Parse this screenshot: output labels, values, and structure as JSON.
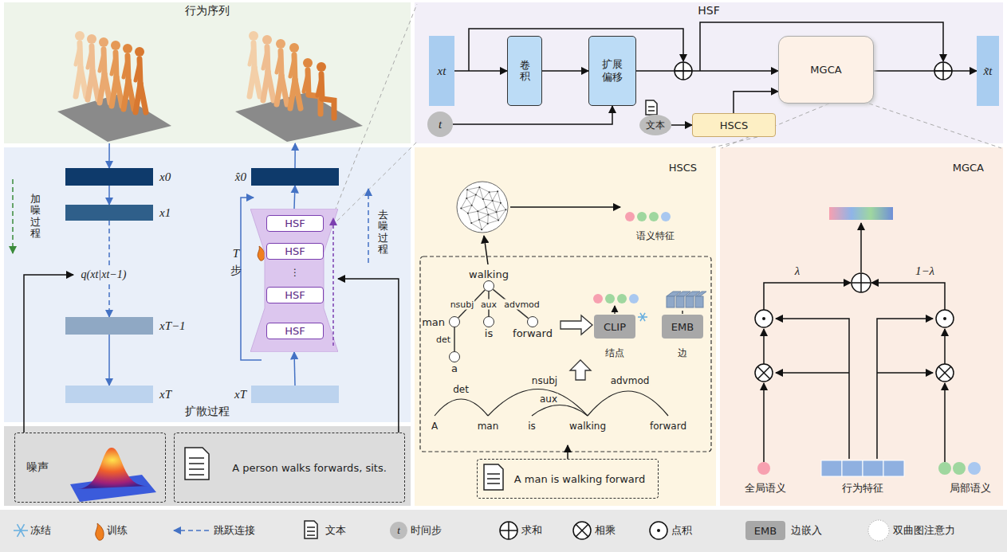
{
  "diagram": {
    "nodes": [
      {
        "text": [
          "行为序列"
        ]
      },
      {
        "text": [
          "扩散过程"
        ]
      },
      {
        "text": [
          "x0"
        ],
        "in": 1
      },
      {
        "text": [
          "x1"
        ],
        "in": 1
      },
      {
        "text": [
          "xT−1"
        ],
        "in": 1
      },
      {
        "text": [
          "xT"
        ],
        "in": 1
      },
      {
        "text": [
          "x̂0"
        ],
        "in": 1
      },
      {
        "text": [],
        "in": 1
      },
      {
        "text": [
          "HSF"
        ],
        "in": 7
      },
      {
        "text": [
          "HSF"
        ],
        "in": 7
      },
      {
        "text": [
          "HSF"
        ],
        "in": 7
      },
      {
        "text": [
          "HSF"
        ],
        "in": 7
      },
      {
        "text": [
          "xT"
        ],
        "in": 1
      },
      {
        "text": [
          "噪声"
        ]
      },
      {
        "text": [
          "A person walks forwards, sits."
        ]
      },
      {
        "text": [
          "HSF"
        ]
      },
      {
        "text": [
          "xt"
        ],
        "in": 15
      },
      {
        "text": [
          "卷积"
        ],
        "in": 15
      },
      {
        "text": [
          "扩展偏移"
        ],
        "in": 15
      },
      {
        "text": [
          "t"
        ],
        "in": 15
      },
      {
        "text": [
          "文本"
        ],
        "in": 15
      },
      {
        "text": [
          "HSCS"
        ],
        "in": 15
      },
      {
        "text": [
          "MGCA"
        ],
        "in": 15
      },
      {
        "text": [
          "x̃t"
        ],
        "in": 15
      },
      {
        "text": [
          "HSCS"
        ]
      },
      {
        "text": [
          "walking"
        ],
        "in": 24
      },
      {
        "text": [
          "man"
        ],
        "in": 24
      },
      {
        "text": [
          "is"
        ],
        "in": 24
      },
      {
        "text": [
          "forward"
        ],
        "in": 24
      },
      {
        "text": [
          "a"
        ],
        "in": 24
      },
      {
        "text": [
          "CLIP"
        ],
        "in": 24
      },
      {
        "text": [
          "EMB"
        ],
        "in": 24
      },
      {
        "text": [
          "A man is walking forward"
        ],
        "in": 24
      },
      {
        "text": [
          "MGCA"
        ]
      }
    ],
    "edges": [
      {
        "from": 0,
        "to": 2,
        "arrow": "to"
      },
      {
        "from": 2,
        "to": 3,
        "arrow": "to"
      },
      {
        "from": 3,
        "to": 4,
        "arrow": "to"
      },
      {
        "from": 4,
        "to": 5,
        "arrow": "to"
      },
      {
        "from": 12,
        "to": 7,
        "arrow": "to"
      },
      {
        "from": 7,
        "to": 6,
        "arrow": "to"
      },
      {
        "from": 6,
        "to": 0,
        "arrow": "to"
      },
      {
        "from": 14,
        "to": 7,
        "arrow": "to"
      },
      {
        "from": 16,
        "to": 17,
        "arrow": "to"
      },
      {
        "from": 17,
        "to": 18,
        "arrow": "to"
      },
      {
        "from": 19,
        "to": 18,
        "arrow": "to"
      },
      {
        "from": 18,
        "to": 22,
        "arrow": "to"
      },
      {
        "from": 20,
        "to": 21,
        "arrow": "to"
      },
      {
        "from": 21,
        "to": 22,
        "arrow": "to"
      },
      {
        "from": 22,
        "to": 23,
        "arrow": "to"
      },
      {
        "from": 25,
        "to": 26,
        "arrow": "none",
        "label": "nsubj"
      },
      {
        "from": 25,
        "to": 27,
        "arrow": "none",
        "label": "aux"
      },
      {
        "from": 25,
        "to": 28,
        "arrow": "none",
        "label": "advmod"
      },
      {
        "from": 26,
        "to": 29,
        "arrow": "none",
        "label": "det"
      }
    ],
    "labels": [
      "加噪过程",
      "去噪过程",
      "q(xt|xt−1)",
      "T",
      "步",
      "⋮",
      "语义特征",
      "结点",
      "边",
      "det",
      "nsubj",
      "aux",
      "advmod",
      "A",
      "man",
      "is",
      "walking",
      "forward",
      "λ",
      "1−λ",
      "全局语义",
      "行为特征",
      "局部语义",
      "t",
      "EMB"
    ],
    "legend": [
      {
        "text": "冻结"
      },
      {
        "text": "训练"
      },
      {
        "text": "跳跃连接"
      },
      {
        "text": "文本"
      },
      {
        "text": "时间步"
      },
      {
        "text": "求和"
      },
      {
        "text": "相乘"
      },
      {
        "text": "点积"
      },
      {
        "text": "边嵌入"
      },
      {
        "text": "双曲图注意力"
      }
    ]
  }
}
